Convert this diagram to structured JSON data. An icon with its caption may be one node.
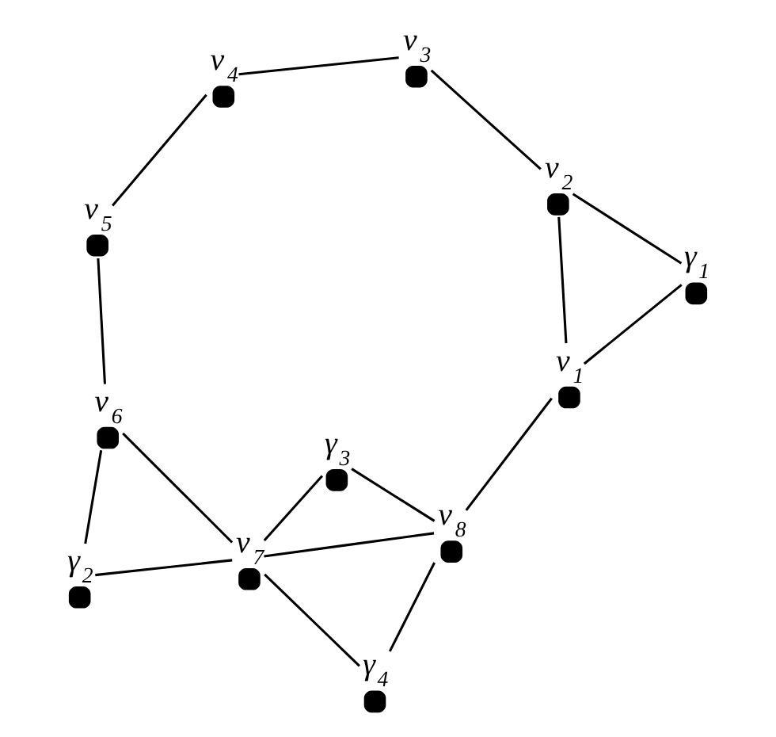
{
  "diagram": {
    "nodes": [
      {
        "text": [],
        "shape": "circle",
        "beside": [
          "v$_{1}$"
        ]
      },
      {
        "text": [],
        "shape": "circle",
        "beside": [
          "v$_{2}$"
        ]
      },
      {
        "text": [],
        "shape": "circle",
        "beside": [
          "v$_{3}$"
        ]
      },
      {
        "text": [],
        "shape": "circle",
        "beside": [
          "v$_{4}$"
        ]
      },
      {
        "text": [],
        "shape": "circle",
        "beside": [
          "v$_{5}$"
        ]
      },
      {
        "text": [],
        "shape": "circle",
        "beside": [
          "v$_{6}$"
        ]
      },
      {
        "text": [],
        "shape": "circle",
        "beside": [
          "v$_{7}$"
        ]
      },
      {
        "text": [],
        "shape": "circle",
        "beside": [
          "v$_{8}$"
        ]
      },
      {
        "text": [],
        "shape": "circle",
        "beside": [
          "γ$_{1}$"
        ]
      },
      {
        "text": [],
        "shape": "circle",
        "beside": [
          "γ$_{2}$"
        ]
      },
      {
        "text": [],
        "shape": "circle",
        "beside": [
          "γ$_{3}$"
        ]
      },
      {
        "text": [],
        "shape": "circle",
        "beside": [
          "γ$_{4}$"
        ]
      }
    ],
    "edges": [
      {
        "from": 0,
        "to": 1,
        "arrow": "none"
      },
      {
        "from": 1,
        "to": 2,
        "arrow": "none"
      },
      {
        "from": 2,
        "to": 3,
        "arrow": "none"
      },
      {
        "from": 3,
        "to": 4,
        "arrow": "none"
      },
      {
        "from": 4,
        "to": 5,
        "arrow": "none"
      },
      {
        "from": 5,
        "to": 6,
        "arrow": "none"
      },
      {
        "from": 6,
        "to": 7,
        "arrow": "none"
      },
      {
        "from": 7,
        "to": 0,
        "arrow": "none"
      },
      {
        "from": 1,
        "to": 8,
        "arrow": "none"
      },
      {
        "from": 8,
        "to": 0,
        "arrow": "none"
      },
      {
        "from": 9,
        "to": 5,
        "arrow": "none"
      },
      {
        "from": 9,
        "to": 6,
        "arrow": "none"
      },
      {
        "from": 11,
        "to": 6,
        "arrow": "none"
      },
      {
        "from": 11,
        "to": 7,
        "arrow": "none"
      },
      {
        "from": 10,
        "to": 6,
        "arrow": "none"
      },
      {
        "from": 10,
        "to": 7,
        "arrow": "none"
      }
    ]
  }
}
